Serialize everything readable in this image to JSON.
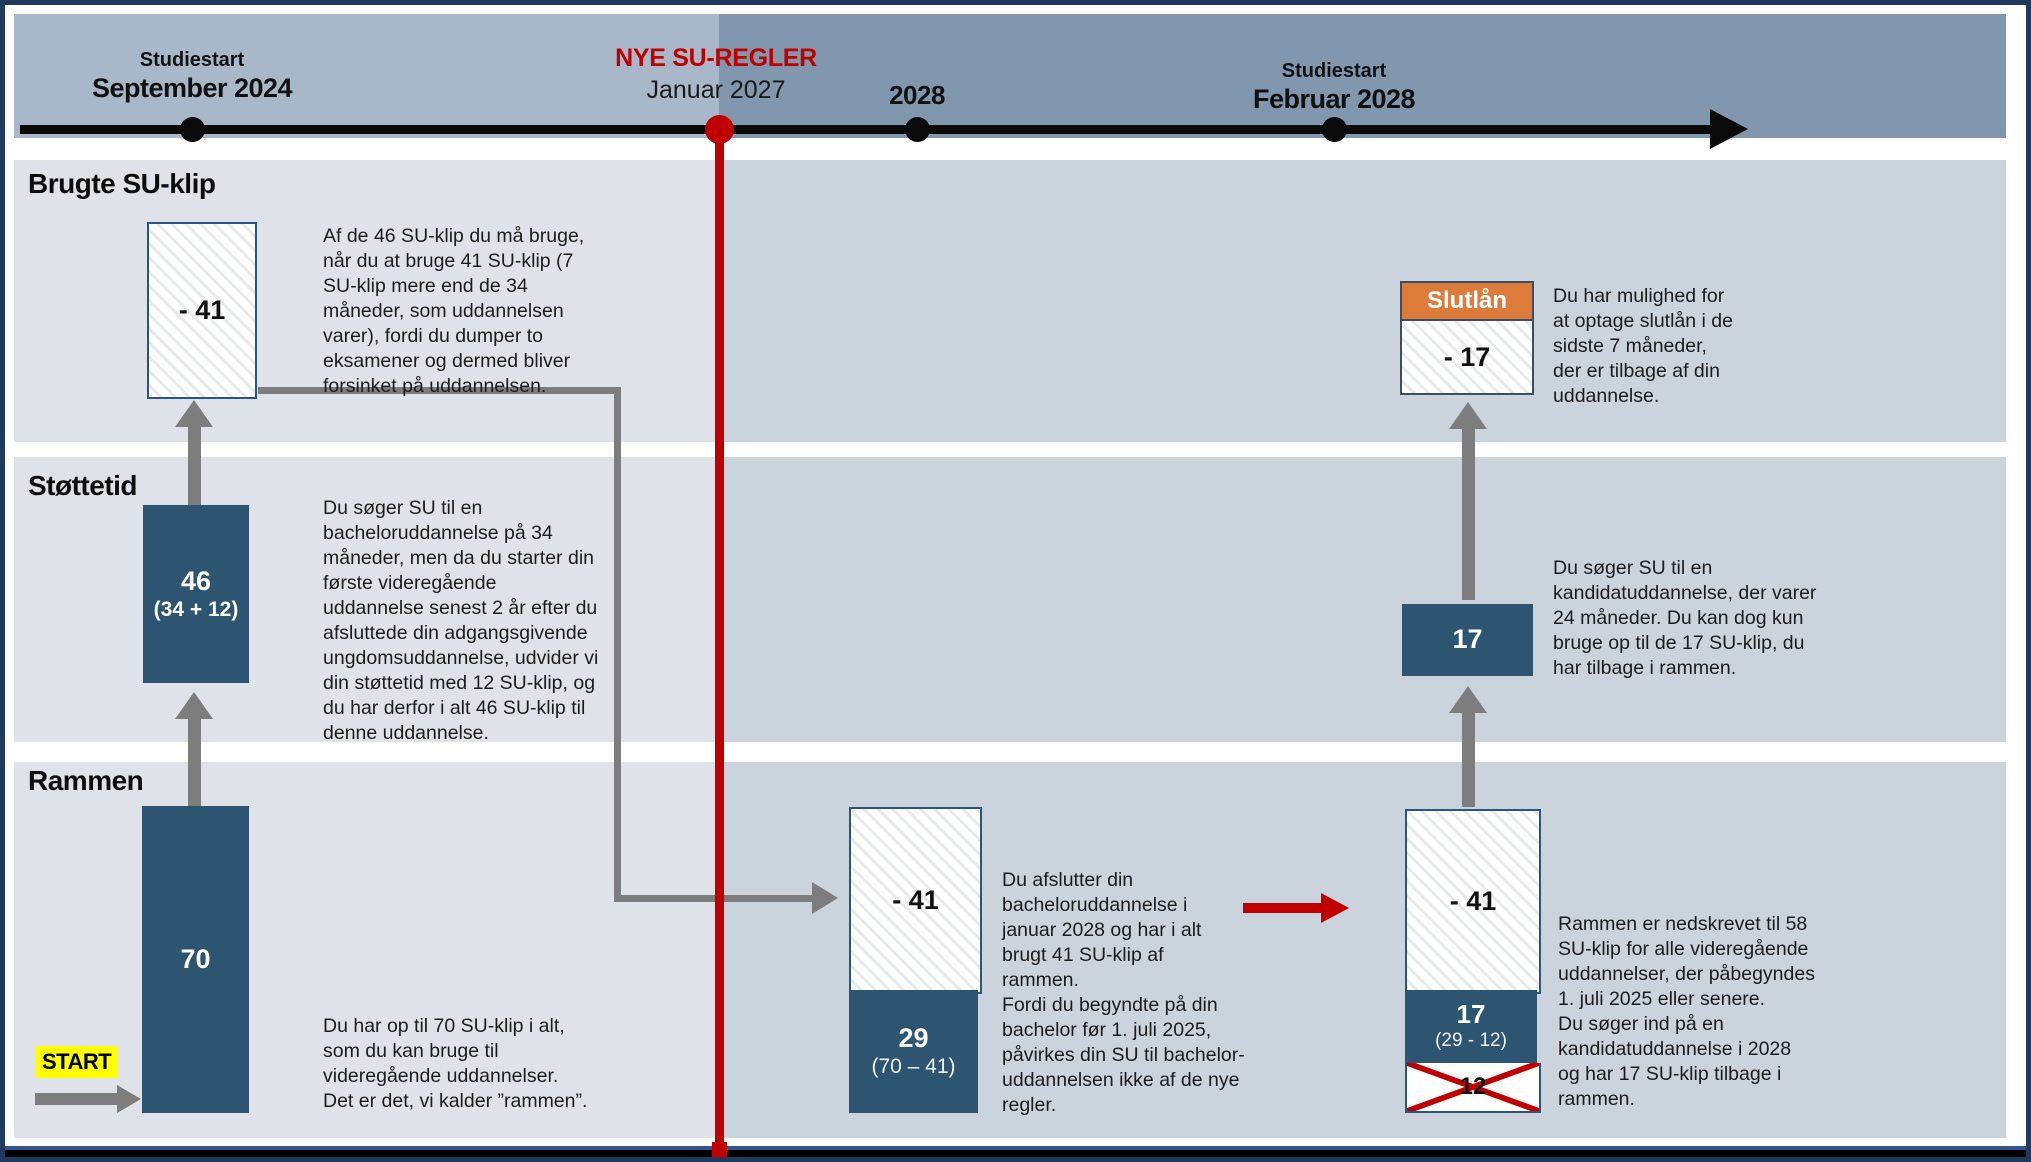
{
  "colors": {
    "dark_blue_box": "#2d5572",
    "orange_header": "#dd7b3b",
    "alert_red": "#c00000",
    "band_left": "#dfe3e9",
    "band_right": "#cbd3dd",
    "header_left": "#a9b8c8",
    "header_right": "#8197ad",
    "highlight_yellow": "#ffff00"
  },
  "timeline": {
    "start": {
      "kicker": "Studiestart",
      "date": "September 2024"
    },
    "new_rules": {
      "kicker": "NYE SU-REGLER",
      "date": "Januar 2027"
    },
    "mid": {
      "date": "2028"
    },
    "kandidat_start": {
      "kicker": "Studiestart",
      "date": "Februar 2028"
    }
  },
  "rows": {
    "brugte": {
      "label": "Brugte SU-klip"
    },
    "stottetid": {
      "label": "Støttetid"
    },
    "rammen": {
      "label": "Rammen"
    }
  },
  "start_marker": {
    "label": "START"
  },
  "boxes": {
    "brugte_bachelor": {
      "value": "- 41"
    },
    "stottetid_bachelor": {
      "value": "46",
      "detail": "(34 + 12)"
    },
    "rammen_total": {
      "value": "70"
    },
    "rammen_after_bachelor": {
      "used": "- 41",
      "value": "29",
      "detail": "(70 – 41)"
    },
    "slutlan": {
      "title": "Slutlån",
      "value": "- 17"
    },
    "stottetid_kandidat": {
      "value": "17"
    },
    "rammen_kandidat": {
      "used": "- 41",
      "value": "17",
      "detail": "(29 - 12)",
      "removed": "12"
    }
  },
  "notes": {
    "brugte_bachelor": "Af de 46 SU-klip du må bruge,\nnår du at bruge 41 SU-klip (7\nSU-klip mere end de 34\nmåneder, som uddannelsen\nvarer), fordi du dumper to\neksamener og dermed bliver\nforsinket på uddannelsen.",
    "stottetid_bachelor": "Du søger SU til en\nbacheloruddannelse på 34\nmåneder, men da du starter din\nførste videregående\nuddannelse senest 2 år efter du\nafsluttede din adgangsgivende\nungdomsuddannelse, udvider vi\ndin støttetid med 12 SU-klip, og\ndu har derfor i alt 46 SU-klip til\ndenne uddannelse.",
    "rammen_total": "Du har op til 70 SU-klip i alt,\nsom du kan bruge til\nvideregående uddannelser.\nDet er det, vi kalder ”rammen”.",
    "rammen_after_bachelor": "Du afslutter din\nbacheloruddannelse i\njanuar 2028 og har i alt\nbrugt 41 SU-klip af\nrammen.\nFordi du begyndte på din\nbachelor før 1. juli 2025,\npåvirkes din SU til bachelor-\nuddannelsen ikke af de nye\nregler.",
    "slutlan": "Du har mulighed for\nat optage slutlån i de\nsidste 7 måneder,\nder er tilbage af din\nuddannelse.",
    "stottetid_kandidat": "Du søger SU til en\nkandidatuddannelse, der varer\n24 måneder. Du kan dog kun\nbruge op til de 17 SU-klip, du\nhar tilbage i rammen.",
    "rammen_kandidat": "Rammen er nedskrevet til 58\nSU-klip for alle videregående\nuddannelser, der påbegyndes\n1. juli 2025 eller senere.\nDu søger ind på en\nkandidatuddannelse i 2028\nog har 17 SU-klip tilbage i\nrammen."
  }
}
